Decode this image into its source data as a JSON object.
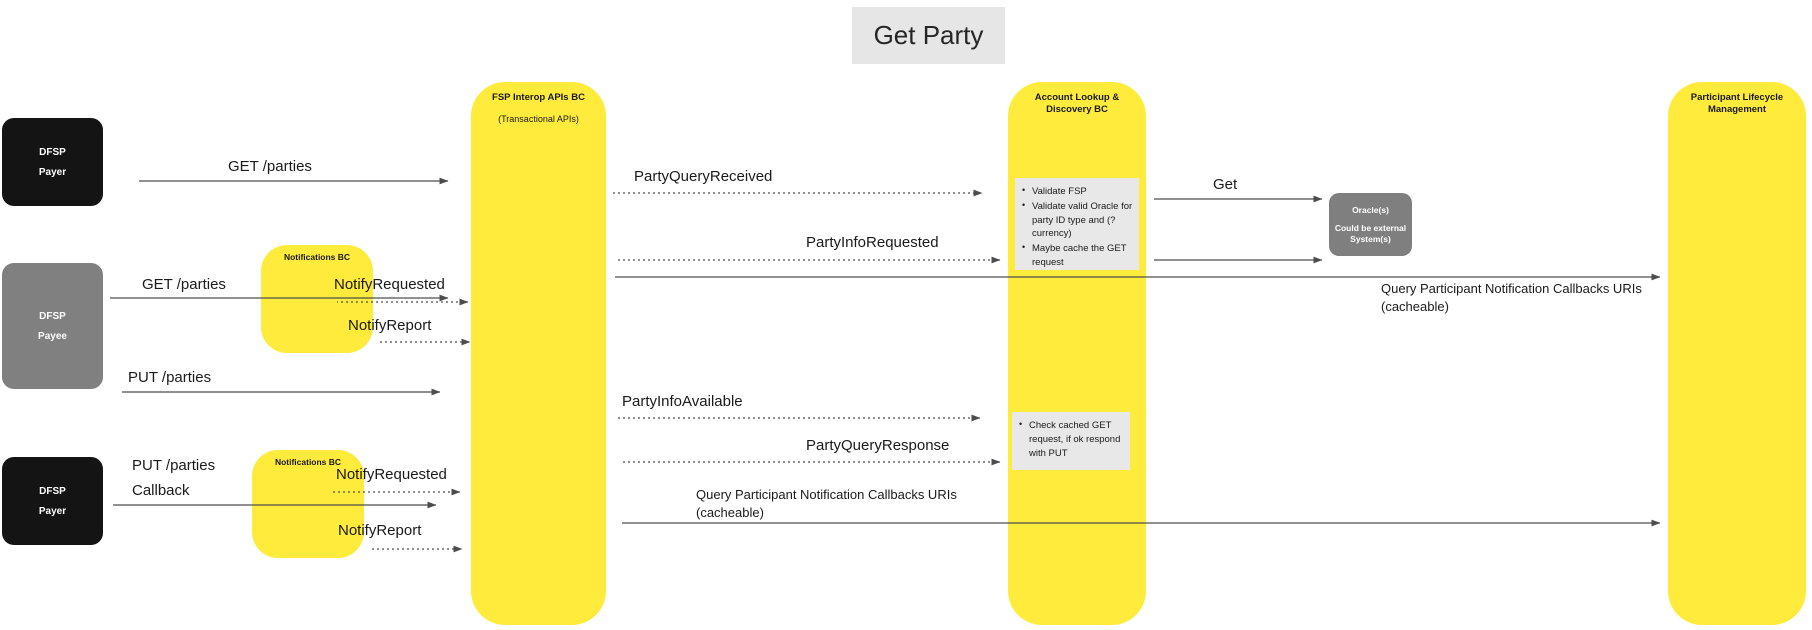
{
  "diagram": {
    "title": "Get Party"
  },
  "actors": [
    {
      "name": "dfsp-payer-top",
      "line1": "DFSP",
      "line2": "Payer",
      "color": "#141414"
    },
    {
      "name": "dfsp-payee",
      "line1": "DFSP",
      "line2": "Payee",
      "color": "#808080"
    },
    {
      "name": "dfsp-payer-bottom",
      "line1": "DFSP",
      "line2": "Payer",
      "color": "#141414"
    }
  ],
  "oracle": {
    "line1": "Oracle(s)",
    "line2": "Could be external",
    "line3": "System(s)",
    "color": "#7f7f7f"
  },
  "lifelines": {
    "fsp_interop": {
      "title": "FSP Interop APIs BC",
      "subtitle": "(Transactional APIs)"
    },
    "account_lookup": {
      "title": "Account Lookup & Discovery BC"
    },
    "participant_lifecycle": {
      "title": "Participant Lifecycle Management"
    },
    "notifications_top": {
      "title": "Notifications BC"
    },
    "notifications_bottom": {
      "title": "Notifications BC"
    },
    "color": "#ffeb3b"
  },
  "notes": {
    "validate": [
      "Validate FSP",
      "Validate valid Oracle for party ID type and (?currency)",
      "Maybe cache the GET request"
    ],
    "cached": [
      "Check cached GET request, if ok respond with PUT"
    ]
  },
  "messages": [
    {
      "name": "get-parties-payer",
      "label": "GET /parties"
    },
    {
      "name": "party-query-received",
      "label": "PartyQueryReceived"
    },
    {
      "name": "get-oracle",
      "label": "Get"
    },
    {
      "name": "party-info-requested",
      "label": "PartyInfoRequested"
    },
    {
      "name": "get-parties-payee",
      "label": "GET /parties"
    },
    {
      "name": "notify-requested-top",
      "label": "NotifyRequested"
    },
    {
      "name": "notify-report-top",
      "label": "NotifyReport"
    },
    {
      "name": "query-participant-top-l1",
      "label": "Query Participant Notification Callbacks URIs"
    },
    {
      "name": "query-participant-top-l2",
      "label": "(cacheable)"
    },
    {
      "name": "put-parties-payee",
      "label": "PUT /parties"
    },
    {
      "name": "party-info-available",
      "label": "PartyInfoAvailable"
    },
    {
      "name": "party-query-response",
      "label": "PartyQueryResponse"
    },
    {
      "name": "put-parties-callback-l1",
      "label": "PUT /parties"
    },
    {
      "name": "put-parties-callback-l2",
      "label": "Callback"
    },
    {
      "name": "notify-requested-bottom",
      "label": "NotifyRequested"
    },
    {
      "name": "notify-report-bottom",
      "label": "NotifyReport"
    },
    {
      "name": "query-participant-bottom-l1",
      "label": "Query Participant Notification Callbacks URIs"
    },
    {
      "name": "query-participant-bottom-l2",
      "label": "(cacheable)"
    }
  ]
}
